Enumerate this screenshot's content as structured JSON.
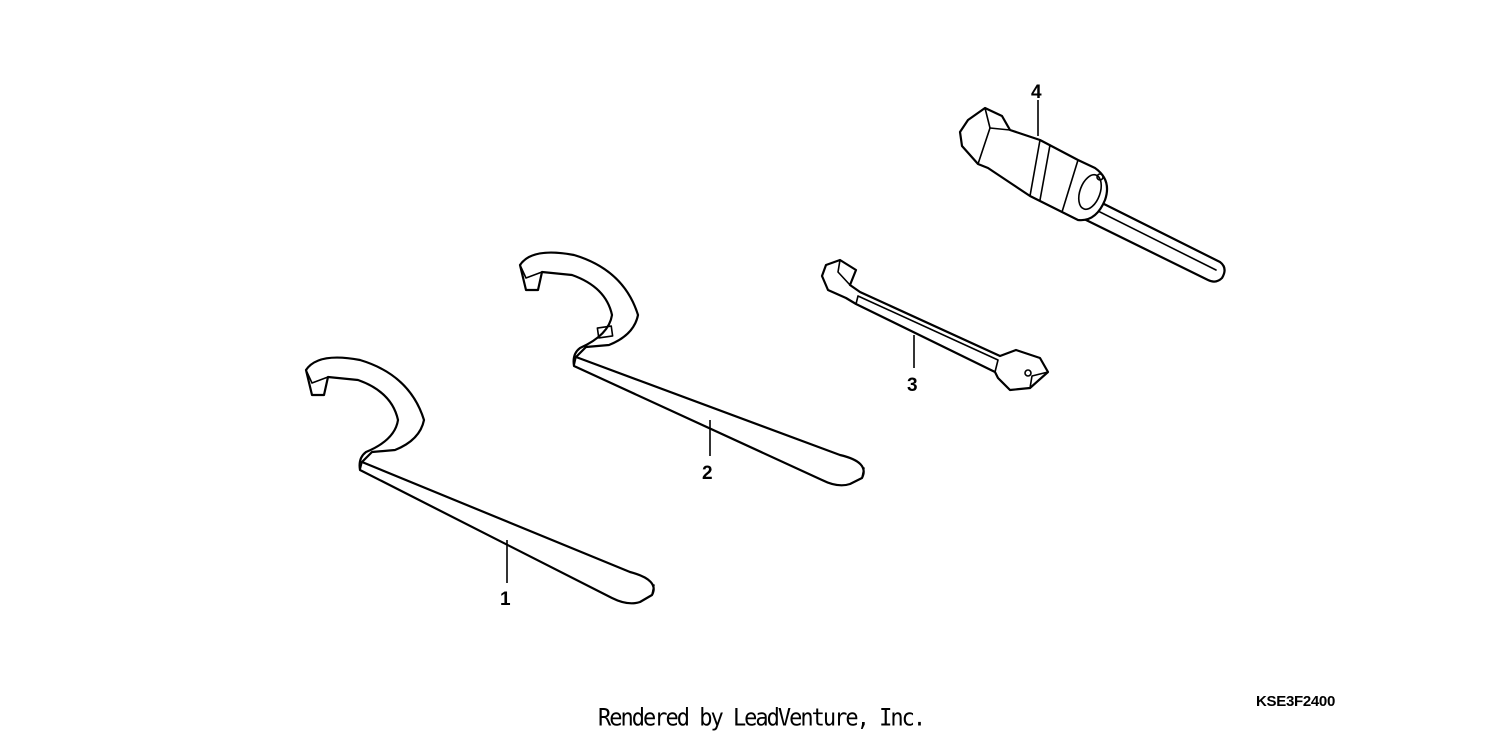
{
  "diagram": {
    "code": "KSE3F2400",
    "credit": "Rendered by LeadVenture, Inc.",
    "callouts": [
      {
        "id": "1",
        "label": "1"
      },
      {
        "id": "2",
        "label": "2"
      },
      {
        "id": "3",
        "label": "3"
      },
      {
        "id": "4",
        "label": "4"
      }
    ]
  }
}
